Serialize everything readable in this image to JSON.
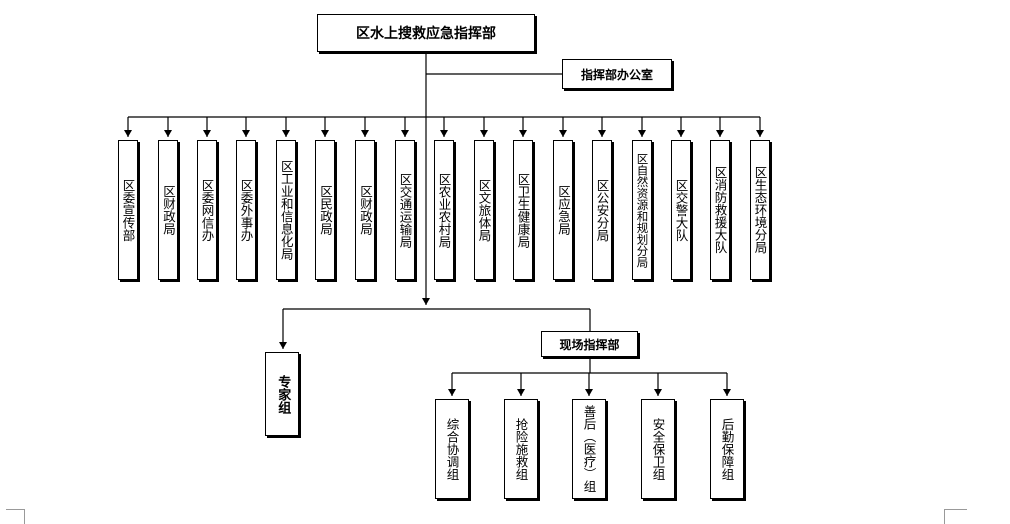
{
  "title": "区水上搜救应急指挥部",
  "office": "指挥部办公室",
  "members": [
    "区委宣传部",
    "区财政局",
    "区委网信办",
    "区委外事办",
    "区工业和信息化局",
    "区民政局",
    "区财政局",
    "区交通运输局",
    "区农业农村局",
    "区文旅体局",
    "区卫生健康局",
    "区应急局",
    "区公安分局",
    "区自然资源和规划分局",
    "区交警大队",
    "区消防救援大队",
    "区生态环境分局"
  ],
  "expert_group": "专家组",
  "field_command": "现场指挥部",
  "field_groups": [
    "综合协调组",
    "抢险施救组",
    "善后（医疗）组",
    "安全保卫组",
    "后勤保障组"
  ]
}
